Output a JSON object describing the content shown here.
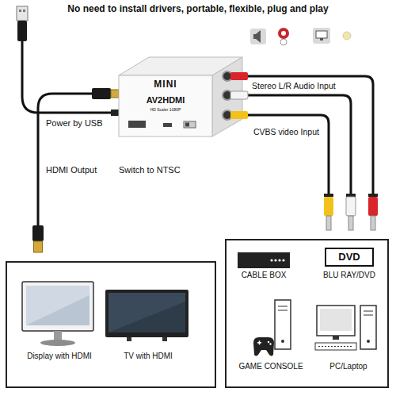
{
  "diagram": {
    "title": "No need to install drivers, portable, flexible, plug and play",
    "nodes": [
      {
        "text": [
          "MINI",
          "AV2HDMI",
          "HD Scaler 1080P"
        ]
      },
      {
        "text": [
          "Display with HDMI"
        ]
      },
      {
        "text": [
          "TV with HDMI"
        ]
      },
      {
        "text": [
          "CABLE BOX"
        ]
      },
      {
        "text": [
          "DVD",
          "BLU RAY/DVD"
        ]
      },
      {
        "text": [
          "GAME CONSOLE"
        ]
      },
      {
        "text": [
          "PC/Laptop"
        ]
      }
    ],
    "labels": [
      "Stereo L/R Audio Input",
      "Power by USB",
      "CVBS video Input",
      "HDMI Output",
      "Switch to NTSC"
    ]
  }
}
